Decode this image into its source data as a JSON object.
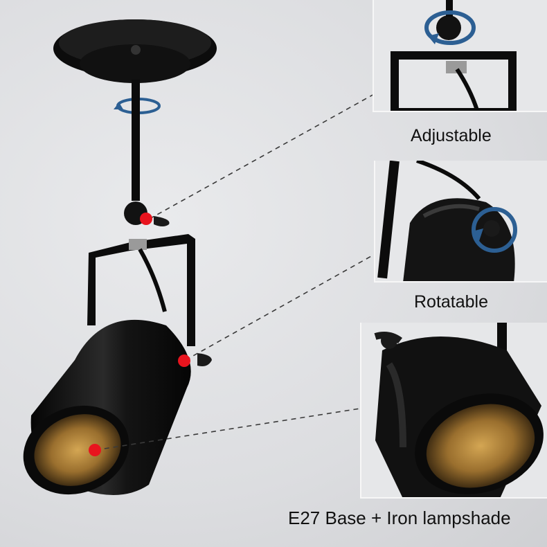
{
  "captions": {
    "adjustable": "Adjustable",
    "rotatable": "Rotatable",
    "base": "E27 Base + Iron lampshade"
  },
  "colors": {
    "background": "#dcdde0",
    "lamp_body": "#111111",
    "marker": "#e8141e",
    "rotation_arrow": "#2c5f93",
    "inner_glow": "#b88a3c"
  },
  "icons": {
    "rotation": "circular-arrow-icon",
    "marker": "red-dot-icon"
  }
}
